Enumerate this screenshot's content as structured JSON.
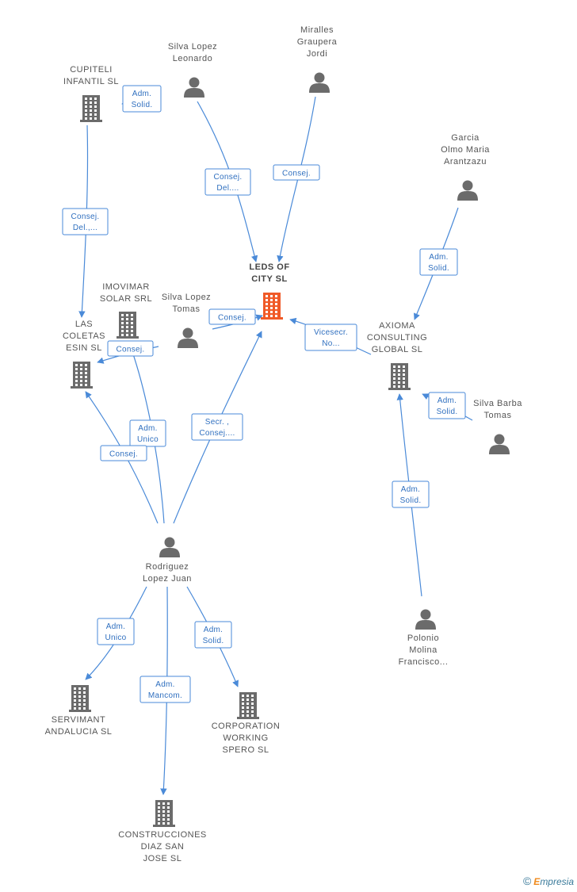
{
  "nodes": {
    "cupiteli": {
      "type": "company",
      "lines": [
        "CUPITELI",
        "INFANTIL SL"
      ]
    },
    "silva_lopez_leonardo": {
      "type": "person",
      "lines": [
        "Silva Lopez",
        "Leonardo"
      ]
    },
    "miralles": {
      "type": "person",
      "lines": [
        "Miralles",
        "Graupera",
        "Jordi"
      ]
    },
    "garcia_olmo": {
      "type": "person",
      "lines": [
        "Garcia",
        "Olmo Maria",
        "Arantzazu"
      ]
    },
    "leds": {
      "type": "company-main",
      "lines": [
        "LEDS OF",
        "CITY SL"
      ]
    },
    "imovimar": {
      "type": "company",
      "lines": [
        "IMOVIMAR",
        "SOLAR SRL"
      ]
    },
    "silva_lopez_tomas": {
      "type": "person",
      "lines": [
        "Silva Lopez",
        "Tomas"
      ]
    },
    "las_coletas": {
      "type": "company",
      "lines": [
        "LAS",
        "COLETAS",
        "ESIN SL"
      ]
    },
    "axioma": {
      "type": "company",
      "lines": [
        "AXIOMA",
        "CONSULTING",
        "GLOBAL SL"
      ]
    },
    "silva_barba": {
      "type": "person",
      "lines": [
        "Silva Barba",
        "Tomas"
      ]
    },
    "rodriguez": {
      "type": "person",
      "lines": [
        "Rodriguez",
        "Lopez Juan"
      ]
    },
    "polonio": {
      "type": "person",
      "lines": [
        "Polonio",
        "Molina",
        "Francisco..."
      ]
    },
    "servimant": {
      "type": "company",
      "lines": [
        "SERVIMANT",
        "ANDALUCIA SL"
      ]
    },
    "corporation": {
      "type": "company",
      "lines": [
        "CORPORATION",
        "WORKING",
        "SPERO  SL"
      ]
    },
    "construcciones": {
      "type": "company",
      "lines": [
        "CONSTRUCCIONES",
        "DIAZ SAN",
        "JOSE  SL"
      ]
    }
  },
  "edges": [
    {
      "from": "silva_lopez_leonardo",
      "to": "cupiteli",
      "label": [
        "Adm.",
        "Solid."
      ]
    },
    {
      "from": "silva_lopez_leonardo",
      "to": "leds",
      "label": [
        "Consej.",
        "Del...."
      ]
    },
    {
      "from": "miralles",
      "to": "leds",
      "label": [
        "Consej."
      ]
    },
    {
      "from": "cupiteli",
      "to": "las_coletas",
      "label": [
        "Consej.",
        "Del.,..."
      ]
    },
    {
      "from": "garcia_olmo",
      "to": "axioma",
      "label": [
        "Adm.",
        "Solid."
      ]
    },
    {
      "from": "silva_lopez_tomas",
      "to": "leds",
      "label": [
        "Consej."
      ]
    },
    {
      "from": "axioma",
      "to": "leds",
      "label": [
        "Vicesecr.",
        "No..."
      ]
    },
    {
      "from": "imovimar",
      "to": "las_coletas",
      "label": [
        "Consej."
      ]
    },
    {
      "from": "silva_barba",
      "to": "axioma",
      "label": [
        "Adm.",
        "Solid."
      ]
    },
    {
      "from": "rodriguez",
      "to": "imovimar",
      "label": [
        "Adm.",
        "Unico"
      ]
    },
    {
      "from": "rodriguez",
      "to": "las_coletas",
      "label": [
        "Consej."
      ]
    },
    {
      "from": "rodriguez",
      "to": "leds",
      "label": [
        "Secr. ,",
        "Consej...."
      ]
    },
    {
      "from": "polonio",
      "to": "axioma",
      "label": [
        "Adm.",
        "Solid."
      ]
    },
    {
      "from": "rodriguez",
      "to": "servimant",
      "label": [
        "Adm.",
        "Unico"
      ]
    },
    {
      "from": "rodriguez",
      "to": "corporation",
      "label": [
        "Adm.",
        "Solid."
      ]
    },
    {
      "from": "rodriguez",
      "to": "construcciones",
      "label": [
        "Adm.",
        "Mancom."
      ]
    }
  ],
  "colors": {
    "edge": "#4a8ad8",
    "icon": "#6b6b6b",
    "main_icon": "#f05a28",
    "label": "#555555"
  },
  "footer": {
    "copyright_symbol": "©",
    "brand_initial": "E",
    "brand_rest": "mpresia"
  }
}
